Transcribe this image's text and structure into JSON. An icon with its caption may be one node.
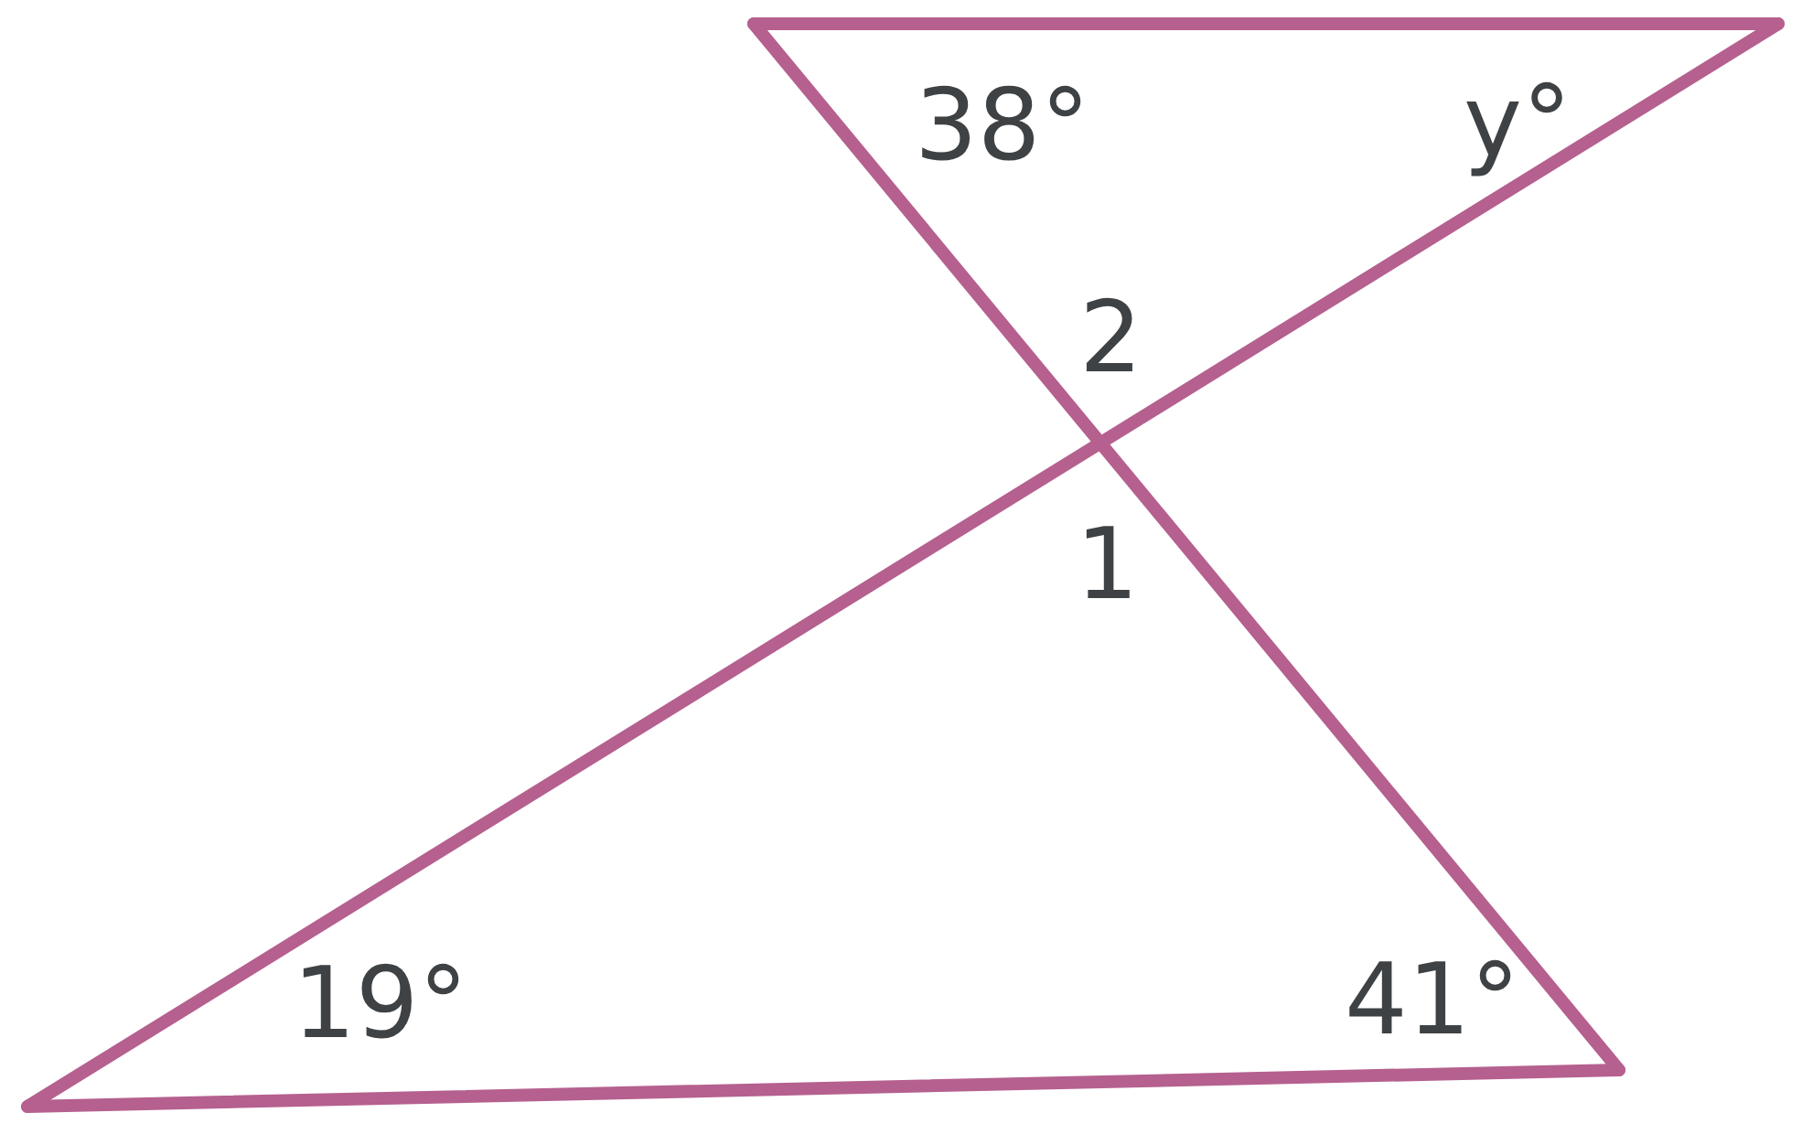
{
  "diagram": {
    "labels": [
      "38°",
      "y°",
      "2",
      "1",
      "19°",
      "41°"
    ]
  }
}
